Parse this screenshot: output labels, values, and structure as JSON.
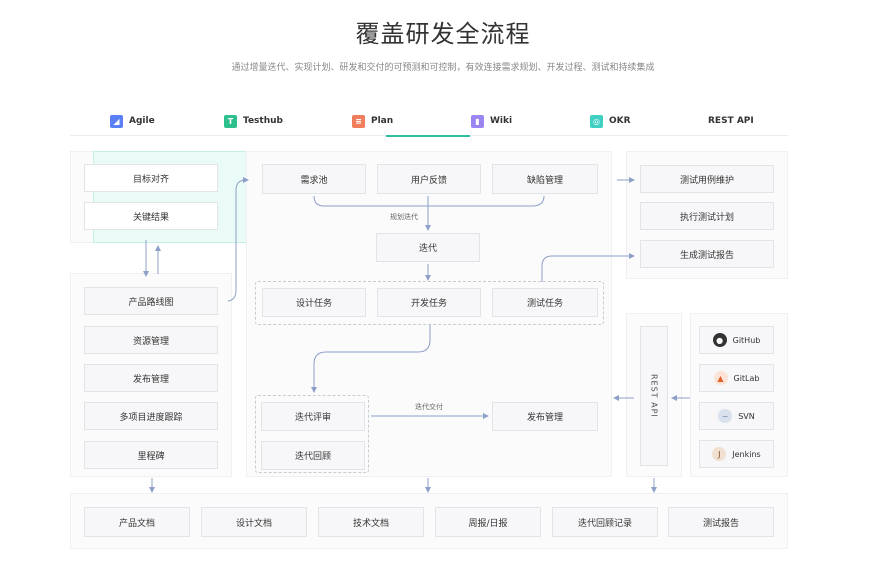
{
  "header": {
    "title": "覆盖研发全流程",
    "subtitle": "通过增量迭代、实现计划、研发和交付的可预测和可控制，有效连接需求规划、开发过程、测试和持续集成"
  },
  "tabs": [
    {
      "label": "Agile",
      "icon": "agile-icon",
      "color": "#5b7ff5",
      "glyph": "◢"
    },
    {
      "label": "Testhub",
      "icon": "testhub-icon",
      "color": "#2dbf8c",
      "glyph": "T"
    },
    {
      "label": "Plan",
      "icon": "plan-icon",
      "color": "#f07d5c",
      "glyph": "≡"
    },
    {
      "label": "Wiki",
      "icon": "wiki-icon",
      "color": "#9b85f0",
      "glyph": "▮"
    },
    {
      "label": "OKR",
      "icon": "okr-icon",
      "color": "#3fd0c3",
      "glyph": "◎"
    },
    {
      "label": "REST API",
      "icon": "",
      "color": "",
      "glyph": ""
    }
  ],
  "left_top": [
    "目标对齐",
    "关键结果"
  ],
  "left_bottom": [
    "产品路线图",
    "资源管理",
    "发布管理",
    "多项目进度跟踪",
    "里程碑"
  ],
  "center": {
    "top_row": [
      "需求池",
      "用户反馈",
      "缺陷管理"
    ],
    "plan_label": "规划迭代",
    "iteration": "迭代",
    "tasks": [
      "设计任务",
      "开发任务",
      "测试任务"
    ],
    "review": [
      "迭代评审",
      "迭代回顾"
    ],
    "deliver_label": "迭代交付",
    "release": "发布管理"
  },
  "right_top": [
    "测试用例维护",
    "执行测试计划",
    "生成测试报告"
  ],
  "rest_api": "REST API",
  "integrations": [
    {
      "label": "GitHub",
      "icon": "github-icon",
      "glyph": "●"
    },
    {
      "label": "GitLab",
      "icon": "gitlab-icon",
      "glyph": "▲"
    },
    {
      "label": "SVN",
      "icon": "svn-icon",
      "glyph": "~"
    },
    {
      "label": "Jenkins",
      "icon": "jenkins-icon",
      "glyph": "J"
    }
  ],
  "bottom_docs": [
    "产品文档",
    "设计文档",
    "技术文档",
    "周报/日报",
    "迭代回顾记录",
    "测试报告"
  ],
  "colors": {
    "accent": "#2fbf9f",
    "line": "#8ea0c8"
  }
}
